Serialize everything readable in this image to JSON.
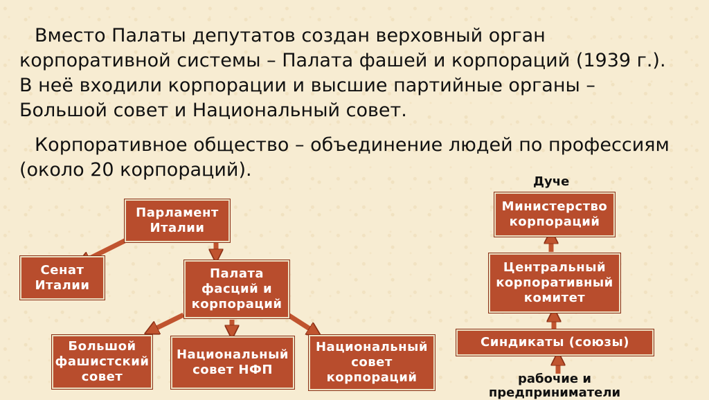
{
  "text": {
    "paragraph1": "Вместо Палаты депутатов создан верховный орган корпоративной системы – Палата фашей и корпораций (1939 г.). В неё входили корпорации и высшие партийные органы – Большой совет и Национальный совет.",
    "paragraph2": "Корпоративное общество – объединение людей по профессиям (около 20 корпораций)."
  },
  "left_diagram": {
    "parliament": "Парламент Италии",
    "senate": "Сенат Италии",
    "chamber": "Палата фасций и корпораций",
    "grand_council": "Большой фашистский совет",
    "national_council_nfp": "Национальный совет НФП",
    "national_council_corp": "Национальный совет корпораций"
  },
  "right_diagram": {
    "duce": "Дуче",
    "ministry": "Министерство корпораций",
    "central_committee": "Центральный корпоративный комитет",
    "syndicates": "Синдикаты (союзы)",
    "workers": "рабочие и предприниматели"
  },
  "colors": {
    "box_fill": "#b84d2d",
    "arrow_fill": "#c0542f",
    "background": "#f7ecd2"
  }
}
